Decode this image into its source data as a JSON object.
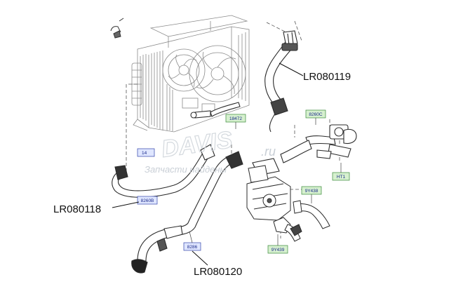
{
  "callouts": {
    "top_right": "LR080119",
    "left": "LR080118",
    "bottom": "LR080120"
  },
  "tags": {
    "t18472": "18472",
    "t8260c": "8260C",
    "t14": "14",
    "tht1": "HT1",
    "t9y438": "9Y438",
    "t8260b": "8260B",
    "t8286": "8286",
    "t9y439": "9Y439"
  },
  "watermark": {
    "logo": "DAVIS",
    "url": ".ru",
    "tagline": "Запчасти найдены"
  },
  "colors": {
    "line": "#2b2b2b",
    "tag_fill": "#d6f0cf",
    "tag_stroke": "#3a8a3a",
    "tag_blue_fill": "#dfe6ff",
    "tag_blue_stroke": "#3344aa"
  }
}
